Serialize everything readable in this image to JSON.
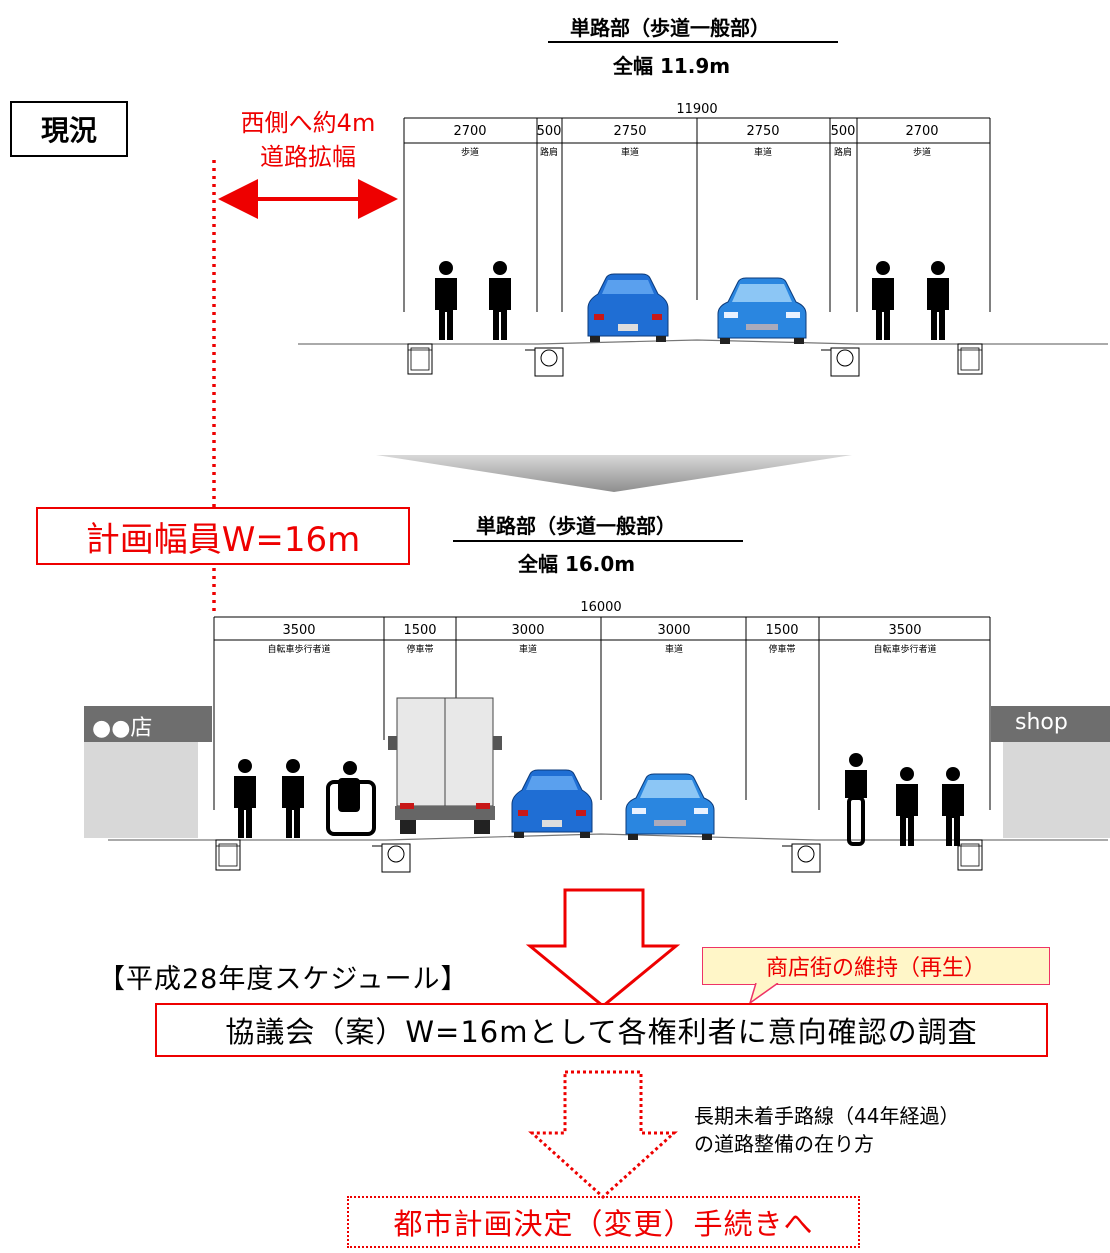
{
  "labels": {
    "current_status": "現況",
    "widening_line1": "西側へ約4m",
    "widening_line2": "道路拡幅",
    "plan_width": "計画幅員W=16m",
    "shop_left": "●●店",
    "shop_right": "shop",
    "schedule": "【平成28年度スケジュール】",
    "survey": "協議会（案）W=16mとして各権利者に意向確認の調査",
    "callout": "商店街の維持（再生）",
    "note_line1": "長期未着手路線（44年経過）",
    "note_line2": "の道路整備の在り方",
    "final_step": "都市計画決定（変更）手続きへ"
  },
  "current_section": {
    "title": "単路部（歩道一般部）",
    "subtitle": "全幅 11.9m",
    "total_mm": "11900",
    "lanes": [
      {
        "width": "2700",
        "name": "歩道"
      },
      {
        "width": "500",
        "name": "路肩"
      },
      {
        "width": "2750",
        "name": "車道"
      },
      {
        "width": "2750",
        "name": "車道"
      },
      {
        "width": "500",
        "name": "路肩"
      },
      {
        "width": "2700",
        "name": "歩道"
      }
    ]
  },
  "planned_section": {
    "title": "単路部（歩道一般部）",
    "subtitle": "全幅 16.0m",
    "total_mm": "16000",
    "lanes": [
      {
        "width": "3500",
        "name": "自転車歩行者道"
      },
      {
        "width": "1500",
        "name": "停車帯"
      },
      {
        "width": "3000",
        "name": "車道"
      },
      {
        "width": "3000",
        "name": "車道"
      },
      {
        "width": "1500",
        "name": "停車帯"
      },
      {
        "width": "3500",
        "name": "自転車歩行者道"
      }
    ]
  },
  "colors": {
    "accent": "#e00000",
    "car": "#1f6ed4",
    "callout_bg": "#fff6c8"
  }
}
